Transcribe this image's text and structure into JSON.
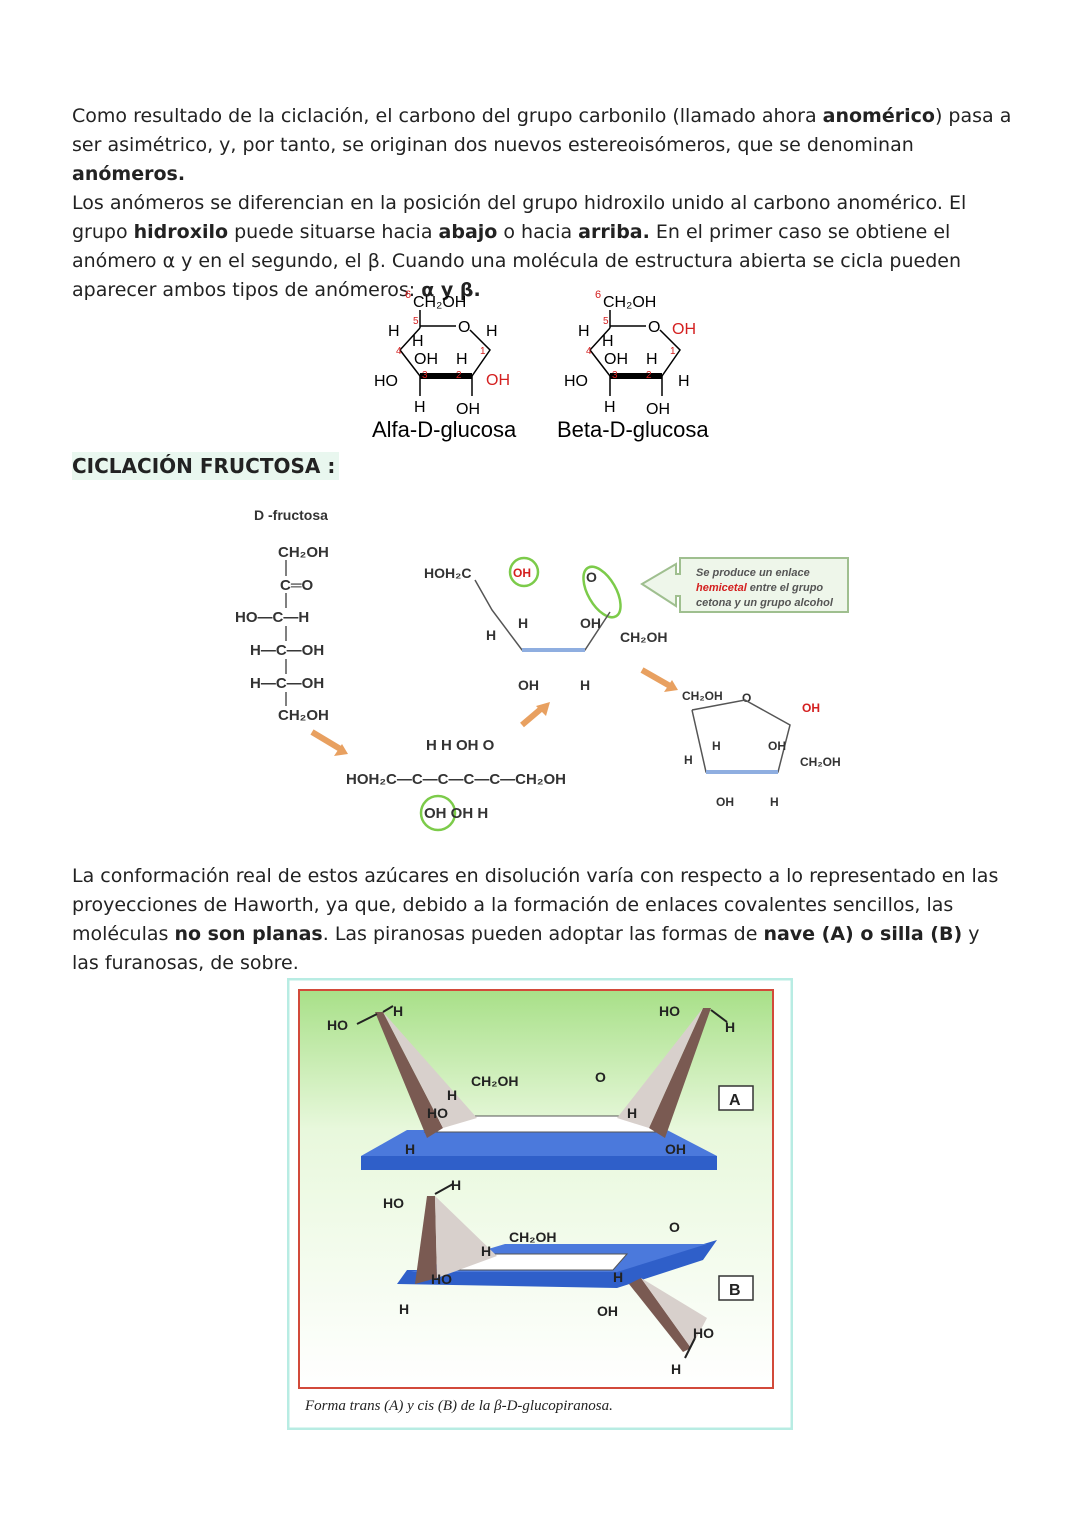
{
  "paragraph1": {
    "s1": "Como resultado de la ciclación, el carbono del grupo carbonilo (llamado ahora ",
    "b1": "anomérico",
    "s2": ") pasa a ser asimétrico, y, por tanto, se originan dos nuevos estereoisómeros, que se denominan ",
    "b2": "anómeros.",
    "s3": "Los anómeros se diferencian en la posición del grupo hidroxilo unido al carbono anomérico. El grupo ",
    "b3": "hidroxilo",
    "s4": " puede situarse hacia ",
    "b4": "abajo",
    "s5": " o hacia ",
    "b5": "arriba.",
    "s6": " En el primer caso se obtiene el anómero α y en el segundo, el β. Cuando una molécula de estructura abierta se cicla pueden aparecer ambos tipos de anómeros: ",
    "b6": "α y β."
  },
  "glucose_figure": {
    "alpha_name": "Alfa-D-glucosa",
    "beta_name": "Beta-D-glucosa",
    "ch2oh": "CH₂OH",
    "ring_o": "O",
    "oh": "OH",
    "ho": "HO",
    "h": "H",
    "n1": "1",
    "n2": "2",
    "n3": "3",
    "n4": "4",
    "n5": "5",
    "n6": "6"
  },
  "heading_fructose": "CICLACIÓN FRUCTOSA :",
  "fructose_figure": {
    "title": "D -fructosa",
    "chain": [
      "CH₂OH",
      "C═O",
      "HO—C—H",
      "H—C—OH",
      "H—C—OH",
      "CH₂OH"
    ],
    "callout_l1": "Se produce un enlace",
    "callout_hl": "hemicetal",
    "callout_l2": " entre el grupo",
    "callout_l3": "cetona y un grupo alcohol",
    "linear_formula": "HOH₂C—C—C—C—C—CH₂OH",
    "top_row": "H  H  OH  O",
    "bottom_row": "OH OH  H",
    "hoh2c": "HOH₂C",
    "oh": "OH",
    "o": "O",
    "h": "H",
    "ch2oh": "CH₂OH"
  },
  "paragraph2": {
    "s1": "La conformación real de estos azúcares en disolución varía con respecto a lo representado en las proyecciones de Haworth, ya que, debido a la formación de enlaces covalentes sencillos, las moléculas ",
    "b1": "no son planas",
    "s2": ". Las piranosas pueden adoptar las formas de ",
    "b2": "nave (A) o silla (B)",
    "s3": " y las furanosas, de sobre."
  },
  "conformation_figure": {
    "label_a": "A",
    "label_b": "B",
    "ho": "HO",
    "h": "H",
    "oh": "OH",
    "o": "O",
    "ch2oh": "CH₂OH",
    "caption": "Forma trans (A) y cis (B) de la β-D-glucopiranosa."
  },
  "colors": {
    "ring_red": "#d42020",
    "highlight_green": "#7ccb4a",
    "arrow_orange": "#e8a060",
    "plate_blue": "#2f5fc9",
    "frame_cyan": "#b8ece3",
    "frame_red": "#d24a3a",
    "wedge_brown": "#7a5a52"
  }
}
